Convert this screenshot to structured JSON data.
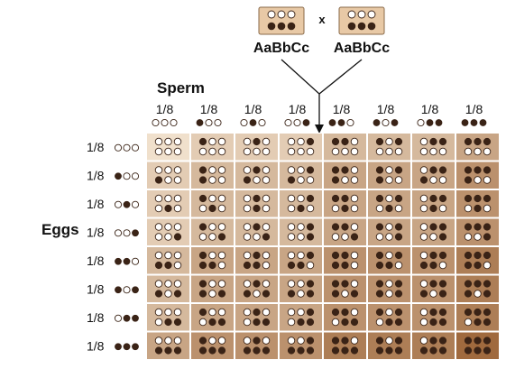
{
  "parents": [
    {
      "genotype": "AaBbCc",
      "dots_top": [
        0,
        0,
        0
      ],
      "dots_bottom": [
        1,
        1,
        1
      ]
    },
    {
      "genotype": "AaBbCc",
      "dots_top": [
        0,
        0,
        0
      ],
      "dots_bottom": [
        1,
        1,
        1
      ]
    }
  ],
  "cross_symbol": "x",
  "sperm_label": "Sperm",
  "eggs_label": "Eggs",
  "fraction": "1/8",
  "gametes": [
    [
      0,
      0,
      0
    ],
    [
      1,
      0,
      0
    ],
    [
      0,
      1,
      0
    ],
    [
      0,
      0,
      1
    ],
    [
      1,
      1,
      0
    ],
    [
      1,
      0,
      1
    ],
    [
      0,
      1,
      1
    ],
    [
      1,
      1,
      1
    ]
  ],
  "colors": {
    "light_fill": "#f0e0cc",
    "dark_fill": "#a06a3e",
    "dot_dark": "#3a2316",
    "dot_light": "#ffffff",
    "parent_box": "#e8c9a6",
    "parent_box_border": "#8a6a4a",
    "grid_line": "#ffffff",
    "arrow": "#111111"
  }
}
